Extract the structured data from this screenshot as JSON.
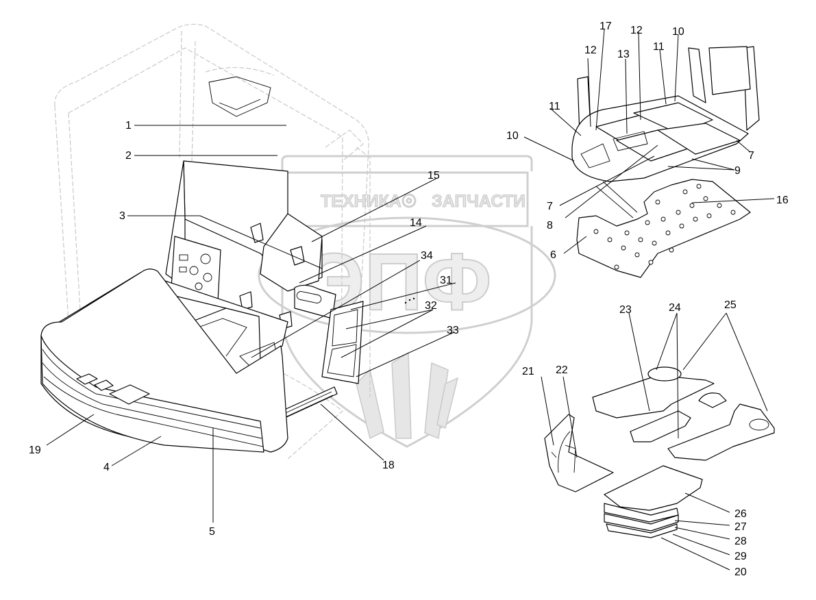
{
  "watermark": {
    "top_text": "ТЕХНИКА",
    "top_text_right": "ЗАПЧАСТИ",
    "monogram": "ЭПФ"
  },
  "callouts": [
    {
      "label": "1"
    },
    {
      "label": "2"
    },
    {
      "label": "3"
    },
    {
      "label": "4"
    },
    {
      "label": "5"
    },
    {
      "label": "6"
    },
    {
      "label": "7"
    },
    {
      "label": "7"
    },
    {
      "label": "8"
    },
    {
      "label": "9"
    },
    {
      "label": "10"
    },
    {
      "label": "10"
    },
    {
      "label": "11"
    },
    {
      "label": "11"
    },
    {
      "label": "12"
    },
    {
      "label": "12"
    },
    {
      "label": "13"
    },
    {
      "label": "14"
    },
    {
      "label": "15"
    },
    {
      "label": "16"
    },
    {
      "label": "17"
    },
    {
      "label": "18"
    },
    {
      "label": "19"
    },
    {
      "label": "20"
    },
    {
      "label": "21"
    },
    {
      "label": "22"
    },
    {
      "label": "23"
    },
    {
      "label": "24"
    },
    {
      "label": "25"
    },
    {
      "label": "26"
    },
    {
      "label": "27"
    },
    {
      "label": "28"
    },
    {
      "label": "29"
    },
    {
      "label": "31"
    },
    {
      "label": "32"
    },
    {
      "label": "33"
    },
    {
      "label": "34"
    }
  ]
}
